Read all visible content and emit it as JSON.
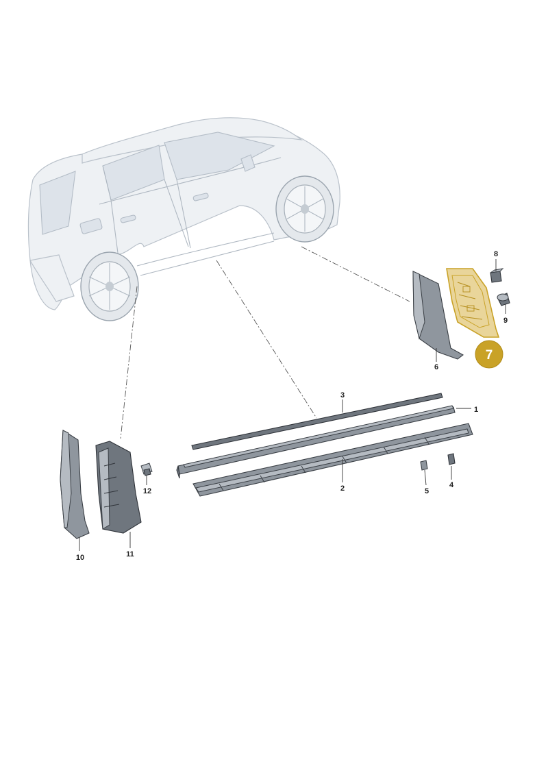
{
  "callouts": {
    "c1": "1",
    "c2": "2",
    "c3": "3",
    "c4": "4",
    "c5": "5",
    "c6": "6",
    "c7": "7",
    "c8": "8",
    "c9": "9",
    "c10": "10",
    "c11": "11",
    "c12": "12"
  },
  "highlight": {
    "part": "7",
    "color": "#c9a227",
    "fill_color": "#e9d59a"
  },
  "colors": {
    "part_gray": "#8f969e",
    "car_body": "#eef1f4"
  }
}
